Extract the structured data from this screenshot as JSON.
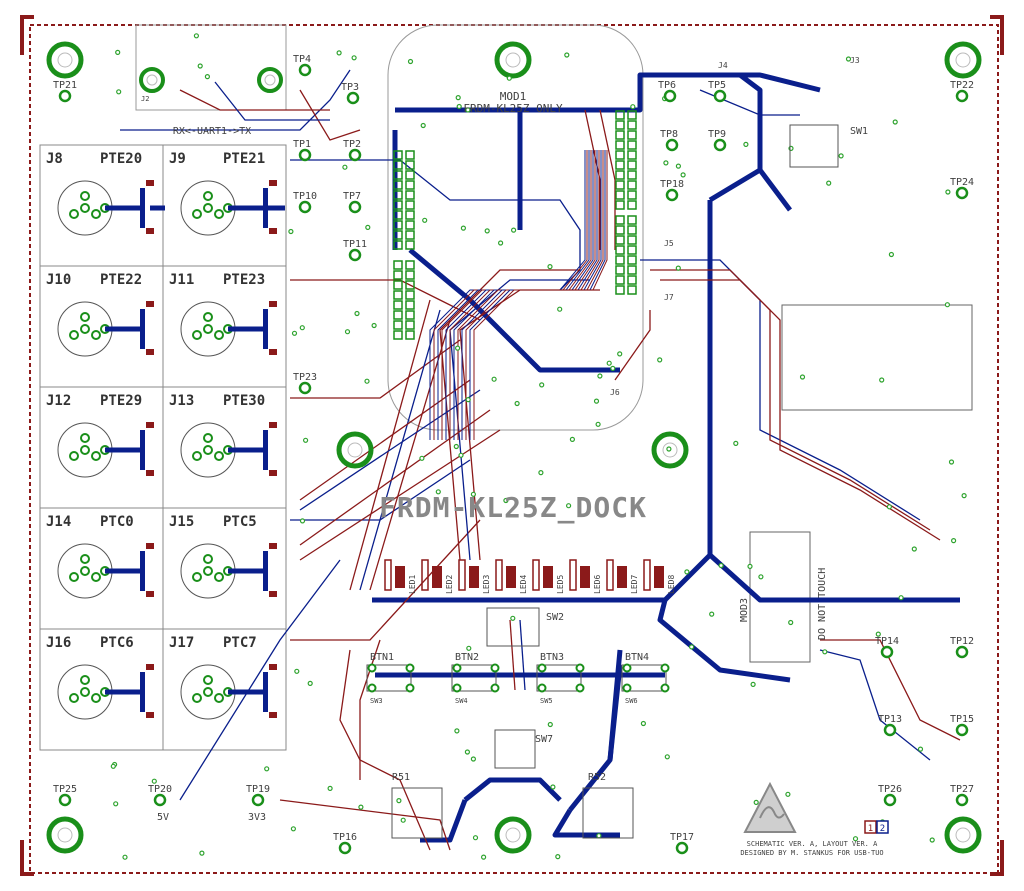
{
  "board": {
    "title": "FRDM-KL25Z_DOCK",
    "credits": [
      "SCHEMATIC VER. A, LAYOUT VER. A",
      "DESIGNED BY M. STANKUS FOR USB-TUO"
    ],
    "layer_badge": "1|2"
  },
  "headers": [
    {
      "jack": "J8",
      "port": "PTE20"
    },
    {
      "jack": "J9",
      "port": "PTE21"
    },
    {
      "jack": "J10",
      "port": "PTE22"
    },
    {
      "jack": "J11",
      "port": "PTE23"
    },
    {
      "jack": "J12",
      "port": "PTE29"
    },
    {
      "jack": "J13",
      "port": "PTE30"
    },
    {
      "jack": "J14",
      "port": "PTC0"
    },
    {
      "jack": "J15",
      "port": "PTC5"
    },
    {
      "jack": "J16",
      "port": "PTC6"
    },
    {
      "jack": "J17",
      "port": "PTC7"
    }
  ],
  "labels": {
    "uart": "RX<-UART1->TX",
    "mod1": "MOD1",
    "mod1_note": "FRDM-KL25Z ONLY",
    "mod3": "MOD3",
    "do_not_touch": "DO NOT TOUCH",
    "led_array": [
      "LED1",
      "LED2",
      "LED3",
      "LED4",
      "LED5",
      "LED6",
      "LED7",
      "LED8"
    ],
    "buttons": [
      "BTN1",
      "BTN2",
      "BTN3",
      "BTN4"
    ],
    "sw": [
      "SW1",
      "SW2",
      "SW3",
      "SW4",
      "SW5",
      "SW6",
      "SW7"
    ],
    "pots": [
      "R51",
      "R52"
    ],
    "v5": "5V",
    "v3": "3V3",
    "j2": "J2",
    "j3": "J3",
    "j4": "J4",
    "j5": "J5",
    "j6": "J6",
    "j7": "J7"
  },
  "test_points": [
    "TP1",
    "TP2",
    "TP3",
    "TP4",
    "TP5",
    "TP6",
    "TP7",
    "TP8",
    "TP9",
    "TP10",
    "TP11",
    "TP12",
    "TP13",
    "TP14",
    "TP15",
    "TP16",
    "TP17",
    "TP18",
    "TP19",
    "TP20",
    "TP21",
    "TP22",
    "TP23",
    "TP24",
    "TP25",
    "TP26",
    "TP27"
  ],
  "colors": {
    "top_copper": "#8b1a1a",
    "bottom_copper": "#0a1f8c",
    "pad": "#1a8f1a",
    "silk": "#404040",
    "via": "#2ea32e"
  }
}
